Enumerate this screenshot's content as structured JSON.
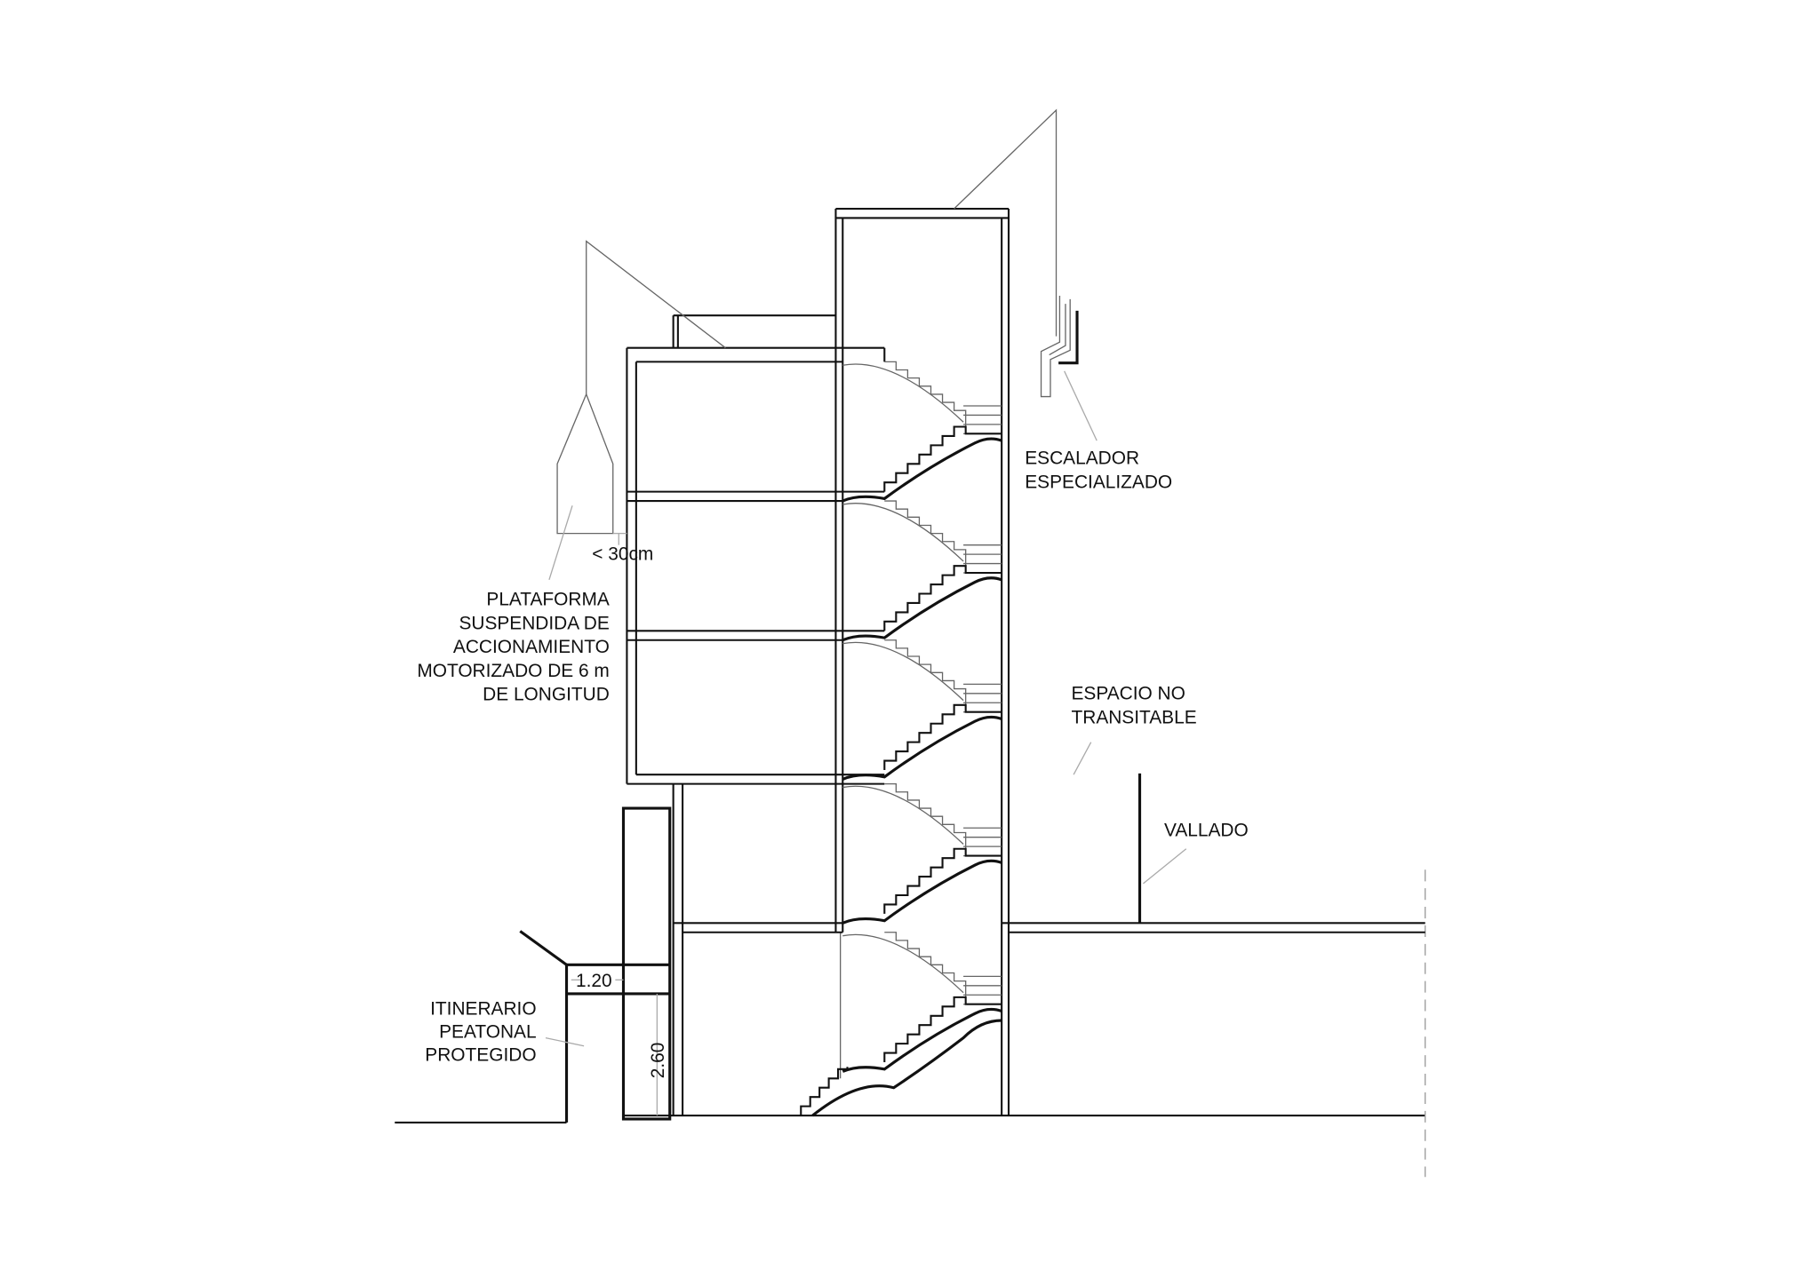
{
  "labels": {
    "escalador": [
      "ESCALADOR",
      "ESPECIALIZADO"
    ],
    "plataforma": [
      "PLATAFORMA",
      "SUSPENDIDA DE",
      "ACCIONAMIENTO",
      "MOTORIZADO DE 6 m",
      "DE LONGITUD"
    ],
    "espacio": [
      "ESPACIO NO",
      "TRANSITABLE"
    ],
    "vallado": "VALLADO",
    "itinerario": [
      "ITINERARIO",
      "PEATONAL",
      "PROTEGIDO"
    ]
  },
  "dimensions": {
    "gap": "< 30cm",
    "width": "1.20",
    "height": "2.60"
  }
}
